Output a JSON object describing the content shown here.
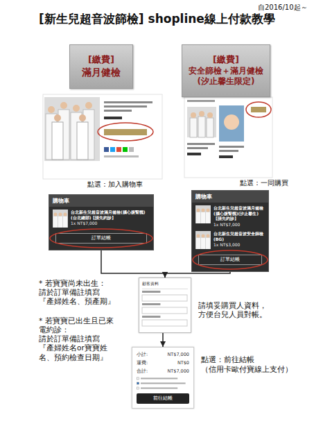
{
  "diagram": {
    "title": "[新生兒超音波篩檢] shopline線上付款教學",
    "nodes": [
      {
        "text": [
          "[繳費]",
          "滿月健檢"
        ]
      },
      {
        "text": [
          "[繳費]",
          "安全篩檢＋滿月健檢",
          "(汐止馨生限定)"
        ]
      },
      {
        "text": [
          "購物車",
          "台北新生兒超音波滿月健檢(腦心腹腎髖)(台北總部)【請先約診】",
          "1x NT$7,000"
        ]
      },
      {
        "text": [
          "訂單結帳"
        ],
        "in": 2
      },
      {
        "text": [
          "購物車",
          "台北新生兒超音波滿月健檢(腦心腹腎髖)(汐止馨生)【請先約診】",
          "1x NT$7,000",
          "台北新生兒超音波安全篩檢(BG)",
          "1x NT$3,000"
        ]
      },
      {
        "text": [
          "訂單結帳"
        ],
        "in": 4
      },
      {
        "text": [
          "顧客資料"
        ]
      },
      {
        "text": [
          "小計:",
          "NT$7,000",
          "運費:",
          "NT$0",
          "合計:",
          "NT$7,000"
        ]
      },
      {
        "text": [
          "前往結帳"
        ],
        "in": 7
      }
    ],
    "edges": [
      {
        "from": 2,
        "to": 6,
        "arrow": "to"
      },
      {
        "from": 4,
        "to": 6,
        "arrow": "to"
      },
      {
        "from": 6,
        "to": 7,
        "arrow": "to"
      }
    ],
    "labels": [
      "自2016/10起～",
      "點選：加入購物車",
      "點選：一同購買",
      "* 若寶寶尚未出生： 請於訂單備註填寫 『產婦姓名、預產期』",
      "* 若寶寶已出生且已來 電約診： 請於訂單備註填寫 『產婦姓名or寶寶姓 名、預約檢查日期』",
      "請填妥購買人資料， 方便台兒人員對帳。",
      "點選：前往結帳 （信用卡歐付寶線上支付）"
    ]
  }
}
